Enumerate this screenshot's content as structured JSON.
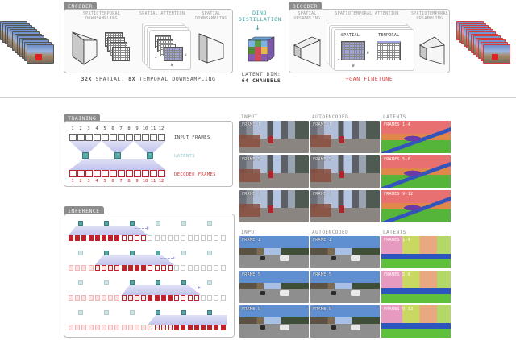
{
  "top": {
    "encoder": {
      "tab": "ENCODER",
      "stage_labels": [
        "SPATIOTEMPORAL DOWNSAMPLING",
        "SPATIAL ATTENTION",
        "SPATIAL DOWNSAMPLING"
      ],
      "axis_labels": {
        "t": "T",
        "h": "H",
        "w": "W"
      },
      "caption_part1": "32X",
      "caption_part2": " SPATIAL, ",
      "caption_part3": "8X",
      "caption_part4": " TEMPORAL DOWNSAMPLING"
    },
    "dino": {
      "label_line1": "DINO",
      "label_line2": "DISTILLATION",
      "arrow": "↓",
      "latent_line1": "LATENT DIM:",
      "latent_line2": "64 CHANNELS"
    },
    "decoder": {
      "tab": "DECODER",
      "stage_labels": [
        "SPATIAL UPSAMPLING",
        "SPATIOTEMPORAL ATTENTION",
        "SPATIOTEMPORAL UPSAMPLING"
      ],
      "attention_sublabels": [
        "SPATIAL",
        "TEMPORAL"
      ],
      "axis_labels": {
        "t": "T",
        "h": "H",
        "w": "W"
      },
      "caption": "+GAN FINETUNE"
    }
  },
  "training": {
    "tab": "TRAINING",
    "input_numbers": [
      "1",
      "2",
      "3",
      "4",
      "5",
      "6",
      "7",
      "8",
      "9",
      "10",
      "11",
      "12"
    ],
    "decoded_numbers": [
      "1",
      "2",
      "3",
      "4",
      "5",
      "6",
      "7",
      "8",
      "9",
      "10",
      "11",
      "12"
    ],
    "latents": [
      "1",
      "2",
      "3"
    ],
    "legend": {
      "input": "INPUT FRAMES",
      "latents": "LATENTS",
      "decoded": "DECODED FRAMES"
    }
  },
  "inference": {
    "tab": "INFERENCE",
    "rows": [
      {
        "active_latents": [
          1,
          2,
          3
        ]
      },
      {
        "active_latents": [
          2,
          3,
          4
        ]
      },
      {
        "active_latents": [
          3,
          4,
          5
        ]
      },
      {
        "active_latents": [
          4,
          5,
          6
        ]
      }
    ]
  },
  "examples": {
    "column_headers": [
      "INPUT",
      "AUTOENCODED",
      "LATENTS"
    ],
    "city": [
      {
        "input": "FRAME 1",
        "autoencoded": "FRAME 1",
        "latent": "FRAMES 1-4"
      },
      {
        "input": "FRAME 5",
        "autoencoded": "FRAME 5",
        "latent": "FRAMES 5-8"
      },
      {
        "input": "FRAME 9",
        "autoencoded": "FRAME 9",
        "latent": "FRAMES 9-12"
      }
    ],
    "suburb": [
      {
        "input": "FRAME 1",
        "autoencoded": "FRAME 1",
        "latent": "FRAMES 1-4"
      },
      {
        "input": "FRAME 5",
        "autoencoded": "FRAME 5",
        "latent": "FRAMES 5-8"
      },
      {
        "input": "FRAME 9",
        "autoencoded": "FRAME 9",
        "latent": "FRAMES 9-12"
      }
    ]
  },
  "colors": {
    "accent_red": "#c0212b",
    "accent_teal": "#3aa3a3",
    "attention_blue": "#9fa3df",
    "panel_border": "#bdbdbd",
    "tab_grey": "#8c8c8c"
  }
}
